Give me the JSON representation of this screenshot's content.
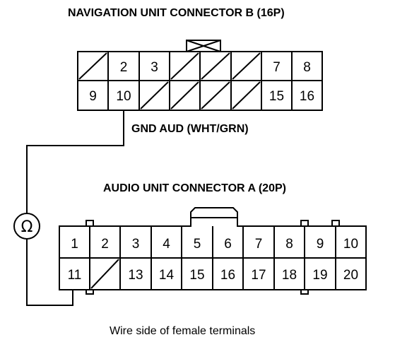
{
  "navigation_connector": {
    "title": "NAVIGATION UNIT CONNECTOR B (16P)",
    "row1": [
      "",
      "2",
      "3",
      "",
      "",
      "",
      "7",
      "8"
    ],
    "row2": [
      "9",
      "10",
      "",
      "",
      "",
      "",
      "15",
      "16"
    ]
  },
  "wire_label": "GND AUD (WHT/GRN)",
  "audio_connector": {
    "title": "AUDIO UNIT CONNECTOR A (20P)",
    "row1": [
      "1",
      "2",
      "3",
      "4",
      "5",
      "6",
      "7",
      "8",
      "9",
      "10"
    ],
    "row2": [
      "11",
      "",
      "13",
      "14",
      "15",
      "16",
      "17",
      "18",
      "19",
      "20"
    ]
  },
  "meter_symbol": "Ω",
  "caption": "Wire side of female terminals"
}
